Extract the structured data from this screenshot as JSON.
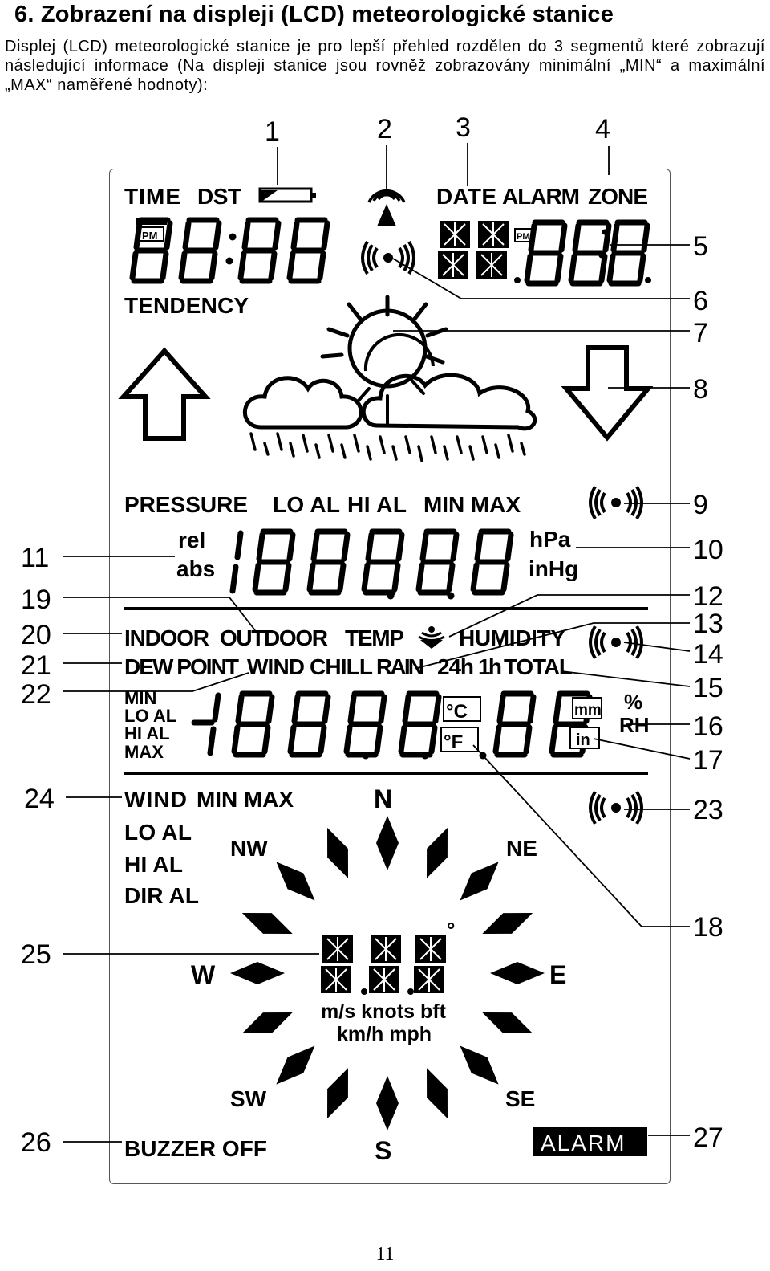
{
  "heading": "6. Zobrazení na displeji (LCD) meteorologické stanice",
  "intro": "Displej (LCD) meteorologické stanice je pro lepší přehled rozdělen do 3 segmentů které zobrazují následující informace (Na displeji stanice jsou rovněž zobrazovány minimální „MIN“ a maximální „MAX“ naměřené hodnoty):",
  "lcd": {
    "time_label": "TIME",
    "dst_label": "DST",
    "date_label": "DATE",
    "alarm_label": "ALARM",
    "zone_label": "ZONE",
    "pm_label": "PM",
    "tendency_label": "TENDENCY",
    "pressure_label": "PRESSURE",
    "lo_al": "LO AL",
    "hi_al": "HI AL",
    "min_max": "MIN MAX",
    "rel": "rel",
    "abs": "abs",
    "hpa": "hPa",
    "inhg": "inHg",
    "indoor": "INDOOR",
    "outdoor": "OUTDOOR",
    "temp": "TEMP",
    "humidity": "HUMIDITY",
    "dew_point": "DEW POINT",
    "wind_chill": "WIND CHILL",
    "rain": "RAIN",
    "rain_24h": "24h",
    "rain_1h": "1h",
    "total": "TOTAL",
    "min": "MIN",
    "max": "MAX",
    "deg_c": "°C",
    "deg_f": "°F",
    "mm": "mm",
    "in": "in",
    "percent": "%",
    "rh": "RH",
    "wind": "WIND",
    "dir_al": "DIR AL",
    "north": "N",
    "south": "S",
    "east": "E",
    "west": "W",
    "northwest": "NW",
    "northeast": "NE",
    "southwest": "SW",
    "southeast": "SE",
    "degree": "°",
    "speed_units_1": "m/s knots bft",
    "speed_units_2": "km/h mph",
    "buzzer_off": "BUZZER OFF",
    "alarm_badge": "ALARM"
  },
  "callouts": [
    "1",
    "2",
    "3",
    "4",
    "5",
    "6",
    "7",
    "8",
    "9",
    "10",
    "11",
    "12",
    "13",
    "14",
    "15",
    "16",
    "17",
    "18",
    "19",
    "20",
    "21",
    "22",
    "23",
    "24",
    "25",
    "26",
    "27"
  ],
  "page_number": "11",
  "icons": [
    "battery-icon",
    "antenna-icon",
    "signal-icon",
    "sun-icon",
    "cloud-icon",
    "rain-icon",
    "arrow-up-icon",
    "arrow-down-icon",
    "radio-wave-icon",
    "compass-icon"
  ]
}
